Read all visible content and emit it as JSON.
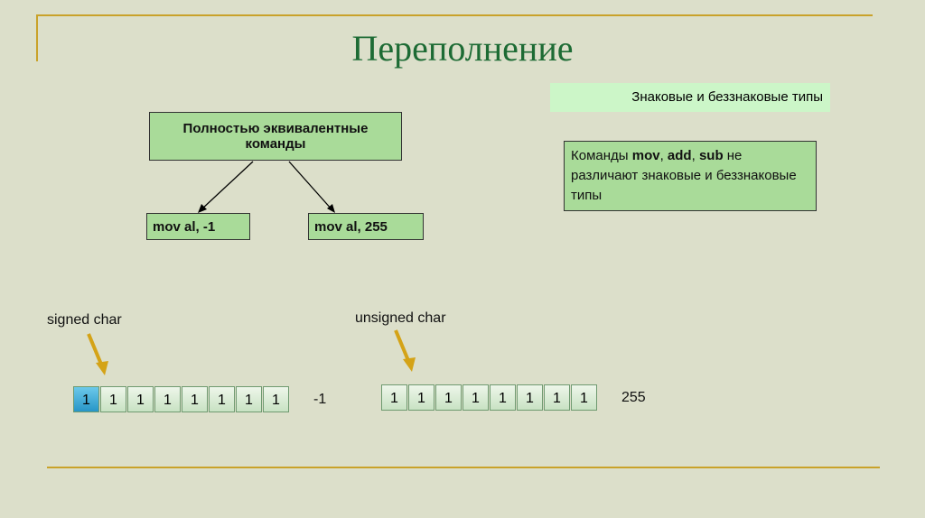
{
  "title": "Переполнение",
  "subtitle": "Знаковые и беззнаковые типы",
  "equiv_box": "Полностью эквивалентные команды",
  "cmd1": "mov al, -1",
  "cmd2": "mov al, 255",
  "note": {
    "p1": "Команды ",
    "mov": "mov",
    ", ": ", ",
    "add": "add",
    "p2": ", ",
    "sub": "sub",
    "p3": " не различают знаковые и беззнаковые типы"
  },
  "signed_label": "signed char",
  "unsigned_label": "unsigned char",
  "signed_bits": [
    "1",
    "1",
    "1",
    "1",
    "1",
    "1",
    "1",
    "1"
  ],
  "unsigned_bits": [
    "1",
    "1",
    "1",
    "1",
    "1",
    "1",
    "1",
    "1"
  ],
  "signed_value": "-1",
  "unsigned_value": "255"
}
